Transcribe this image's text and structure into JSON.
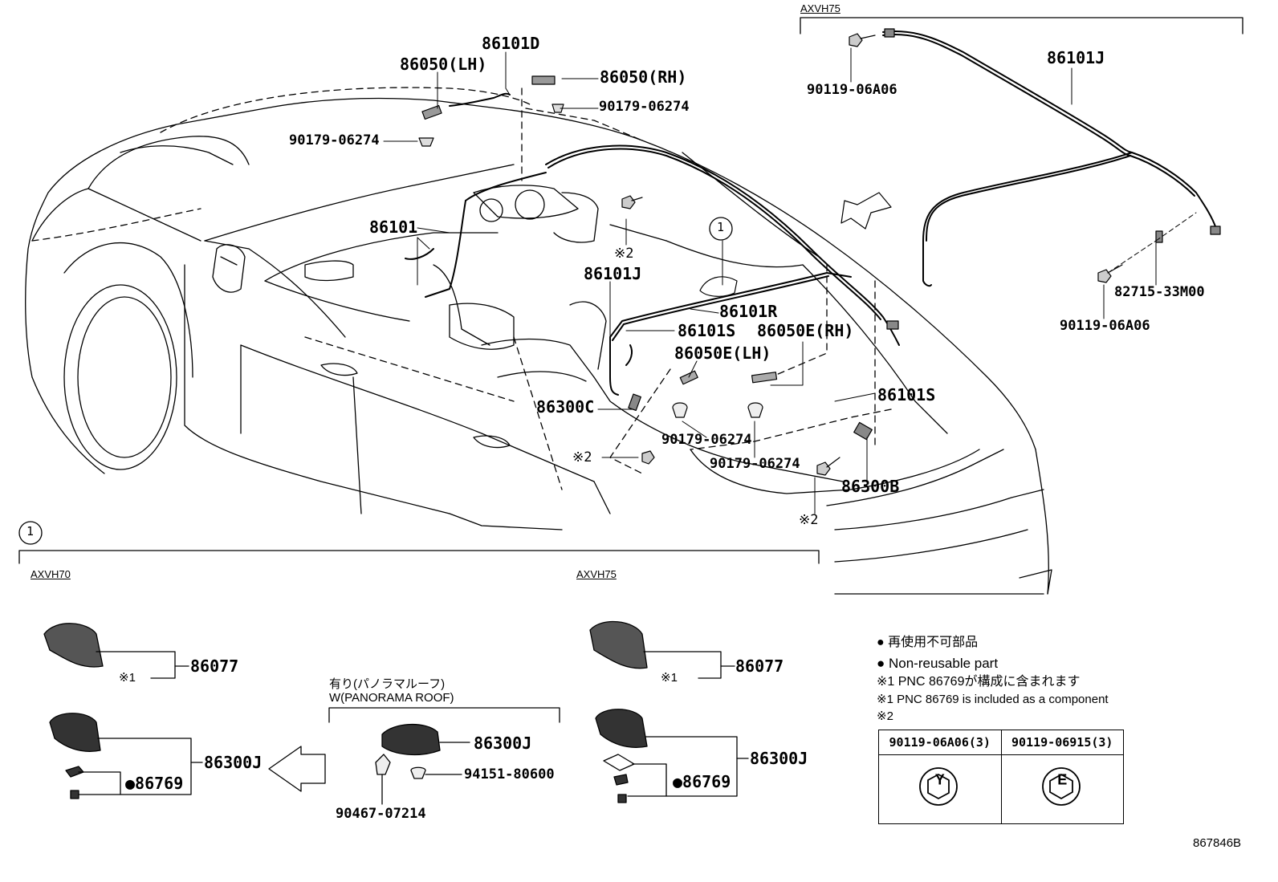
{
  "variants": {
    "top_right": "AXVH75",
    "bottom_left": "AXVH70",
    "bottom_mid": "AXVH75"
  },
  "callout_number": "1",
  "labels": {
    "p86101D": "86101D",
    "p86050LH": "86050(LH)",
    "p86050RH": "86050(RH)",
    "p90179_a": "90179-06274",
    "p90179_b": "90179-06274",
    "p86101": "86101",
    "p86101J_mid": "86101J",
    "p86101R": "86101R",
    "p86101S_a": "86101S",
    "p86050E_RH": "86050E(RH)",
    "p86050E_LH": "86050E(LH)",
    "p86300C": "86300C",
    "p90179_c": "90179-06274",
    "p90179_d": "90179-06274",
    "p86101S_b": "86101S",
    "p86300B": "86300B",
    "mark2_a": "※2",
    "mark2_b": "※2",
    "mark2_c": "※2",
    "p86101J_top": "86101J",
    "p90119_a": "90119-06A06",
    "p90119_b": "90119-06A06",
    "p82715": "82715-33M00"
  },
  "lower": {
    "left_86077": "86077",
    "left_mark1": "※1",
    "left_86300J": "86300J",
    "left_86769": "●86769",
    "panorama_jp": "有り(パノラマルーフ)",
    "panorama_en": "W(PANORAMA ROOF)",
    "pan_86300J": "86300J",
    "pan_94151": "94151-80600",
    "pan_90467": "90467-07214",
    "right_86077": "86077",
    "right_mark1": "※1",
    "right_86300J": "86300J",
    "right_86769": "●86769"
  },
  "notes": {
    "line1": "● 再使用不可部品",
    "line2": "● Non-reusable part",
    "line3": "※1 PNC 86769が構成に含まれます",
    "line4": "※1 PNC 86769 is included as a component",
    "line5": "※2"
  },
  "legend": [
    {
      "part": "90119-06A06(3)",
      "symbol": "Y"
    },
    {
      "part": "90119-06915(3)",
      "symbol": "E"
    }
  ],
  "diagram_id": "867846B"
}
